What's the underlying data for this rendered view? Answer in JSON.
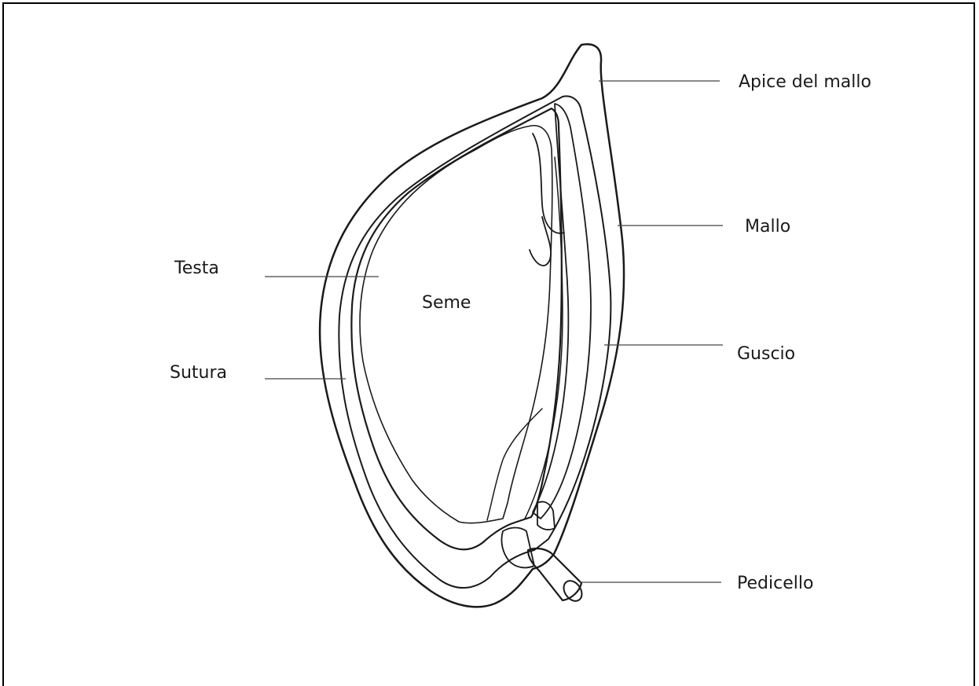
{
  "labels": {
    "apice": "Apice del mallo",
    "mallo": "Mallo",
    "testa": "Testa",
    "seme": "Seme",
    "sutura": "Sutura",
    "guscio": "Guscio",
    "pedicello": "Pedicello"
  },
  "colors": {
    "ink": "#1a1a1a",
    "background": "#ffffff"
  }
}
